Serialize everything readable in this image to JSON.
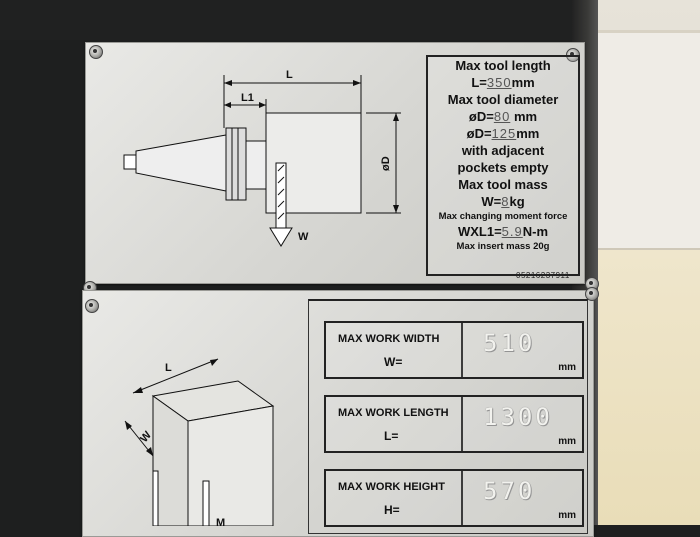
{
  "tool_plate": {
    "diagram_labels": {
      "length": "L",
      "l1": "L1",
      "diameter": "øD",
      "weight": "W"
    },
    "spec_lines": {
      "max_tool_length": "Max tool length",
      "length_prefix": "L=",
      "length_value": "350",
      "length_unit": "mm",
      "max_tool_diameter": "Max tool diameter",
      "diameter_prefix": "øD=",
      "diameter_value": "80",
      "diameter_unit": "mm",
      "diameter2_prefix": "øD=",
      "diameter2_value": "125",
      "diameter2_unit": "mm",
      "adjacent_1": "with adjacent",
      "adjacent_2": "pockets empty",
      "max_tool_mass": "Max tool mass",
      "mass_prefix": "W=",
      "mass_value": "8",
      "mass_unit": "kg",
      "moment_force": "Max changing moment force",
      "moment_prefix": "WXL1=",
      "moment_value": "5.9",
      "moment_unit": "N-m",
      "insert_mass": "Max insert mass 20g"
    },
    "serial": "05216237911"
  },
  "work_plate": {
    "diagram_labels": {
      "length": "L",
      "width": "W",
      "mass": "M"
    },
    "rows": [
      {
        "label": "MAX WORK WIDTH",
        "symbol": "W=",
        "value": "510",
        "unit": "mm"
      },
      {
        "label": "MAX WORK LENGTH",
        "symbol": "L=",
        "value": "1300",
        "unit": "mm"
      },
      {
        "label": "MAX WORK HEIGHT",
        "symbol": "H=",
        "value": "570",
        "unit": "mm"
      }
    ]
  }
}
